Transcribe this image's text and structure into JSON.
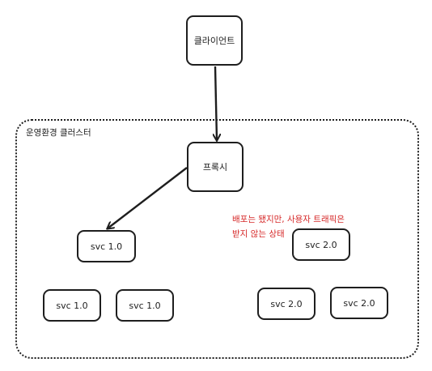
{
  "nodes": {
    "client": "클라이언트",
    "proxy": "프록시",
    "svc_v1_primary": "svc 1.0",
    "svc_v1_a": "svc 1.0",
    "svc_v1_b": "svc 1.0",
    "svc_v2_primary": "svc 2.0",
    "svc_v2_a": "svc 2.0",
    "svc_v2_b": "svc 2.0"
  },
  "cluster": {
    "label": "운영환경 클러스터"
  },
  "annotation": {
    "line1": "배포는 됐지만, 사용자 트래픽은",
    "line2": "받지 않는 상태"
  },
  "colors": {
    "stroke": "#1e1e1e",
    "annotation": "#d62828",
    "background": "#ffffff"
  }
}
